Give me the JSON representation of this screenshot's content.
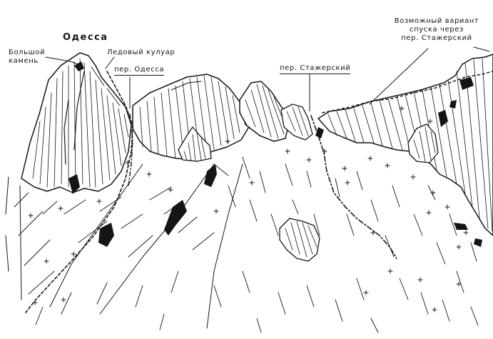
{
  "labels": {
    "peak_odessa": "Одесса",
    "bolshoi_kamen_1": "Большой",
    "bolshoi_kamen_2": "камень",
    "ice_couloir": "Ледовый кулуар",
    "pass_odessa": "пер. Одесса",
    "pass_stazhersky": "пер. Стажерский",
    "alt_descent_1": "Возможный вариант",
    "alt_descent_2": "спуска через",
    "alt_descent_3": "пер. Стажерский"
  },
  "colors": {
    "ink": "#151515",
    "paper": "#ffffff"
  }
}
